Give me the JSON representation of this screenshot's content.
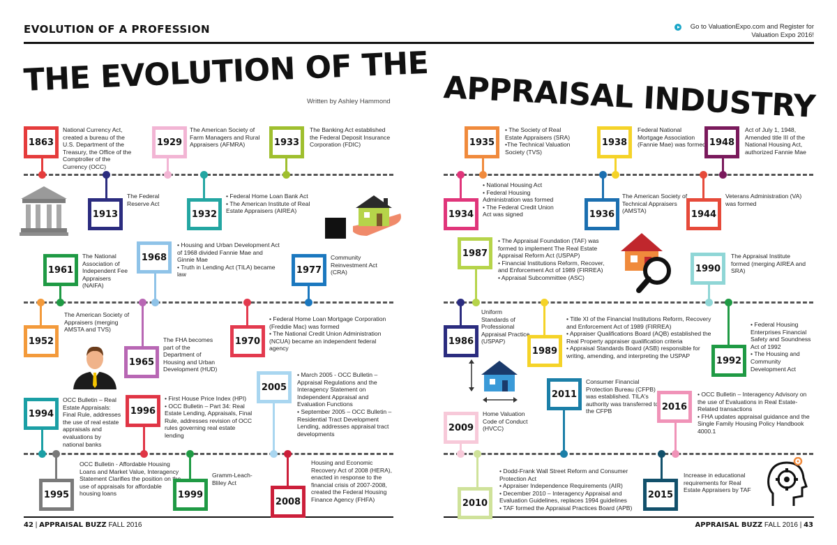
{
  "header": {
    "section": "EVOLUTION OF A PROFESSION",
    "expo_note": "Go to ValuationExpo.com and Register for Valuation Expo 2016!"
  },
  "title": {
    "left": "THE EVOLUTION OF THE",
    "right": "APPRAISAL INDUSTRY",
    "byline": "Written by Ashley Hammond"
  },
  "events": [
    {
      "year": "1863",
      "color": "#e53c3c",
      "text": "National Currency Act, created a bureau of the U.S. Department of the Treasury, the Office of the Comptroller of the Currency (OCC)"
    },
    {
      "year": "1929",
      "color": "#f2b5d4",
      "text": "The American Society of Farm Managers and Rural Appraisers (AFMRA)"
    },
    {
      "year": "1933",
      "color": "#9fbf2e",
      "text": "The Banking Act established the Federal Deposit Insurance Corporation (FDIC)"
    },
    {
      "year": "1913",
      "color": "#2b2c7f",
      "text": "The Federal Reserve Act"
    },
    {
      "year": "1932",
      "color": "#23a6a2",
      "text": "• Federal Home Loan Bank Act\n• The American Institute of Real Estate Appraisers (AIREA)"
    },
    {
      "year": "1961",
      "color": "#1f9a44",
      "text": "The National Association of Independent Fee Appraisers (NAIFA)"
    },
    {
      "year": "1968",
      "color": "#8fc3e8",
      "text": "• Housing and Urban Development Act of 1968 divided Fannie Mae and Ginnie Mae\n• Truth in Lending Act (TILA) became law"
    },
    {
      "year": "1977",
      "color": "#1b78bf",
      "text": "Community Reinvestment Act (CRA)"
    },
    {
      "year": "1952",
      "color": "#f39a3b",
      "text": "The American Society of Appraisers (merging AMSTA and TVS)"
    },
    {
      "year": "1965",
      "color": "#b867b4",
      "text": "The FHA becomes part of the Department of Housing and Urban Development (HUD)"
    },
    {
      "year": "1970",
      "color": "#e33a4e",
      "text": "• Federal Home Loan Mortgage Corporation (Freddie Mac) was formed\n• The National Credit Union Administration (NCUA) became an independent federal agency"
    },
    {
      "year": "1994",
      "color": "#1b9fa5",
      "text": "OCC Bulletin – Real Estate Appraisals: Final Rule, addresses the use of real estate appraisals and evaluations by national banks"
    },
    {
      "year": "1996",
      "color": "#e03545",
      "text": "• First House Price Index (HPI)\n• OCC Bulletin – Part 34: Real Estate Lending, Appraisals, Final Rule, addresses revision of OCC rules governing real estate lending"
    },
    {
      "year": "2005",
      "color": "#a9d6f0",
      "text": "• March 2005 - OCC Bulletin – Appraisal Regulations and the Interagency Statement on Independent Appraisal and Evaluation Functions\n• September 2005 – OCC Bulletin – Residential Tract Development Lending, addresses appraisal tract developments"
    },
    {
      "year": "1995",
      "color": "#7a7a7a",
      "text": "OCC Bulletin - Affordable Housing Loans and Market Value, Interagency Statement Clarifies the position on the use of appraisals for affordable housing loans"
    },
    {
      "year": "1999",
      "color": "#1f9a44",
      "text": "Gramm-Leach-Bliley Act"
    },
    {
      "year": "2008",
      "color": "#cc1f3a",
      "text": "Housing and Economic Recovery Act of 2008 (HERA), enacted in response to the financial crisis of 2007-2008, created the Federal Housing Finance Agency (FHFA)"
    },
    {
      "year": "1935",
      "color": "#f08a3c",
      "text": "• The Society of Real Estate Appraisers (SRA)\n•The Technical Valuation Society (TVS)"
    },
    {
      "year": "1938",
      "color": "#f5d328",
      "text": "Federal National Mortgage Association (Fannie Mae) was formed"
    },
    {
      "year": "1948",
      "color": "#7a1a5c",
      "text": "Act of July 1, 1948, Amended title III of the National Housing Act, authorized Fannie Mae"
    },
    {
      "year": "1934",
      "color": "#e0357a",
      "text": "• National Housing Act\n• Federal Housing Administration was formed\n• The Federal Credit Union Act was signed"
    },
    {
      "year": "1936",
      "color": "#1b6fb0",
      "text": "The American Society of Technical Appraisers (AMSTA)"
    },
    {
      "year": "1944",
      "color": "#e64a3a",
      "text": "Veterans Administration (VA) was formed"
    },
    {
      "year": "1987",
      "color": "#b6d44a",
      "text": "• The Appraisal Foundation (TAF) was formed to implement The Real Estate Appraisal Reform Act (USPAP)\n• Financial Institutions Reform, Recover, and Enforcement Act of 1989 (FIRREA)\n• Appraisal Subcommittee (ASC)"
    },
    {
      "year": "1990",
      "color": "#8fd6d6",
      "text": "The Appraisal Institute formed (merging AIREA and SRA)"
    },
    {
      "year": "1986",
      "color": "#2b2c7f",
      "text": "Uniform Standards of Professional Appraisal Practice (USPAP)"
    },
    {
      "year": "1989",
      "color": "#f5d328",
      "text": "• Title XI of the Financial Institutions Reform, Recovery and Enforcement Act of 1989 (FIRREA)\n• Appraiser Qualifications Board (AQB) established the Real Property appraiser qualification criteria\n• Appraisal Standards Board (ASB) responsible for writing, amending, and interpreting the USPAP"
    },
    {
      "year": "1992",
      "color": "#1f9a44",
      "text": "• Federal Housing Enterprises Financial Safety and Soundness Act of 1992\n• The Housing and Community Development Act"
    },
    {
      "year": "2011",
      "color": "#1b7fa8",
      "text": "Consumer Financial Protection Bureau (CFPB) was established. TILA's authority was transferred to the CFPB"
    },
    {
      "year": "2016",
      "color": "#f093b8",
      "text": "• OCC Bulletin – Interagency Advisory on the use of Evaluations in Real Estate-Related transactions\n• FHA updates appraisal guidance and the Single Family Housing Policy Handbook 4000.1"
    },
    {
      "year": "2009",
      "color": "#f7c9d9",
      "text": "Home Valuation Code of Conduct (HVCC)"
    },
    {
      "year": "2010",
      "color": "#cfe29a",
      "text": "• Dodd-Frank Wall Street Reform and Consumer Protection Act\n• Appraiser Independence Requirements (AIR)\n• December 2010 – Interagency Appraisal and Evaluation Guidelines, replaces 1994 guidelines\n• TAF formed the Appraisal Practices Board (APB)"
    },
    {
      "year": "2015",
      "color": "#12506b",
      "text": "Increase in educational requirements for Real Estate Appraisers by TAF"
    }
  ],
  "footer": {
    "left_page": "42",
    "left_pub": "APPRAISAL BUZZ",
    "left_issue": "FALL 2016",
    "right_pub": "APPRAISAL BUZZ",
    "right_issue": "FALL 2016",
    "right_page": "43"
  },
  "icons": [
    "bank-icon",
    "house-in-hand-icon",
    "businessman-icon",
    "house-with-magnifier-icon",
    "house-dimensions-icon",
    "head-with-gear-icon"
  ]
}
